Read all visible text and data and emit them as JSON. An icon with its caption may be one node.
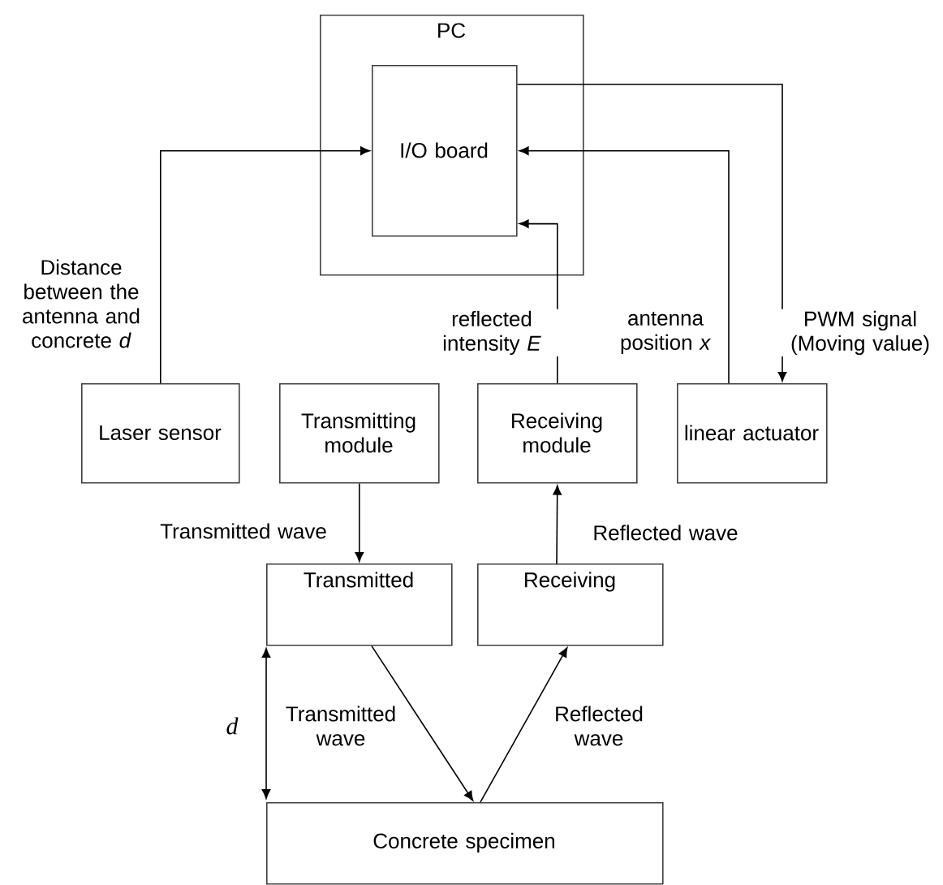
{
  "diagram": {
    "nodes": [
      {
        "text": [
          "PC"
        ]
      },
      {
        "text": [
          "I/O board"
        ],
        "in": 0
      },
      {
        "text": [
          "Laser sensor"
        ]
      },
      {
        "text": [
          "Transmitting module"
        ]
      },
      {
        "text": [
          "Receiving module"
        ]
      },
      {
        "text": [
          "linear actuator"
        ]
      },
      {
        "text": [
          "Transmitted"
        ]
      },
      {
        "text": [
          "Receiving"
        ]
      },
      {
        "text": [
          "Concrete specimen"
        ]
      }
    ],
    "edges": [
      {
        "from": 2,
        "to": 1,
        "arrow": "to",
        "label": "Distance between the antenna and concrete *d*"
      },
      {
        "from": 4,
        "to": 1,
        "arrow": "to",
        "label": "reflected intensity *E*"
      },
      {
        "from": 5,
        "to": 1,
        "arrow": "to",
        "label": "antenna position *x*"
      },
      {
        "from": 1,
        "to": 5,
        "arrow": "to",
        "label": "PWM signal (Moving value)"
      },
      {
        "from": 3,
        "to": 6,
        "arrow": "to",
        "label": "Transmitted wave"
      },
      {
        "from": 7,
        "to": 4,
        "arrow": "to",
        "label": "Reflected wave"
      },
      {
        "from": 6,
        "to": 8,
        "arrow": "to",
        "label": "Transmitted wave"
      },
      {
        "from": 8,
        "to": 7,
        "arrow": "to",
        "label": "Reflected wave"
      }
    ],
    "labels": [
      "*d*"
    ]
  }
}
